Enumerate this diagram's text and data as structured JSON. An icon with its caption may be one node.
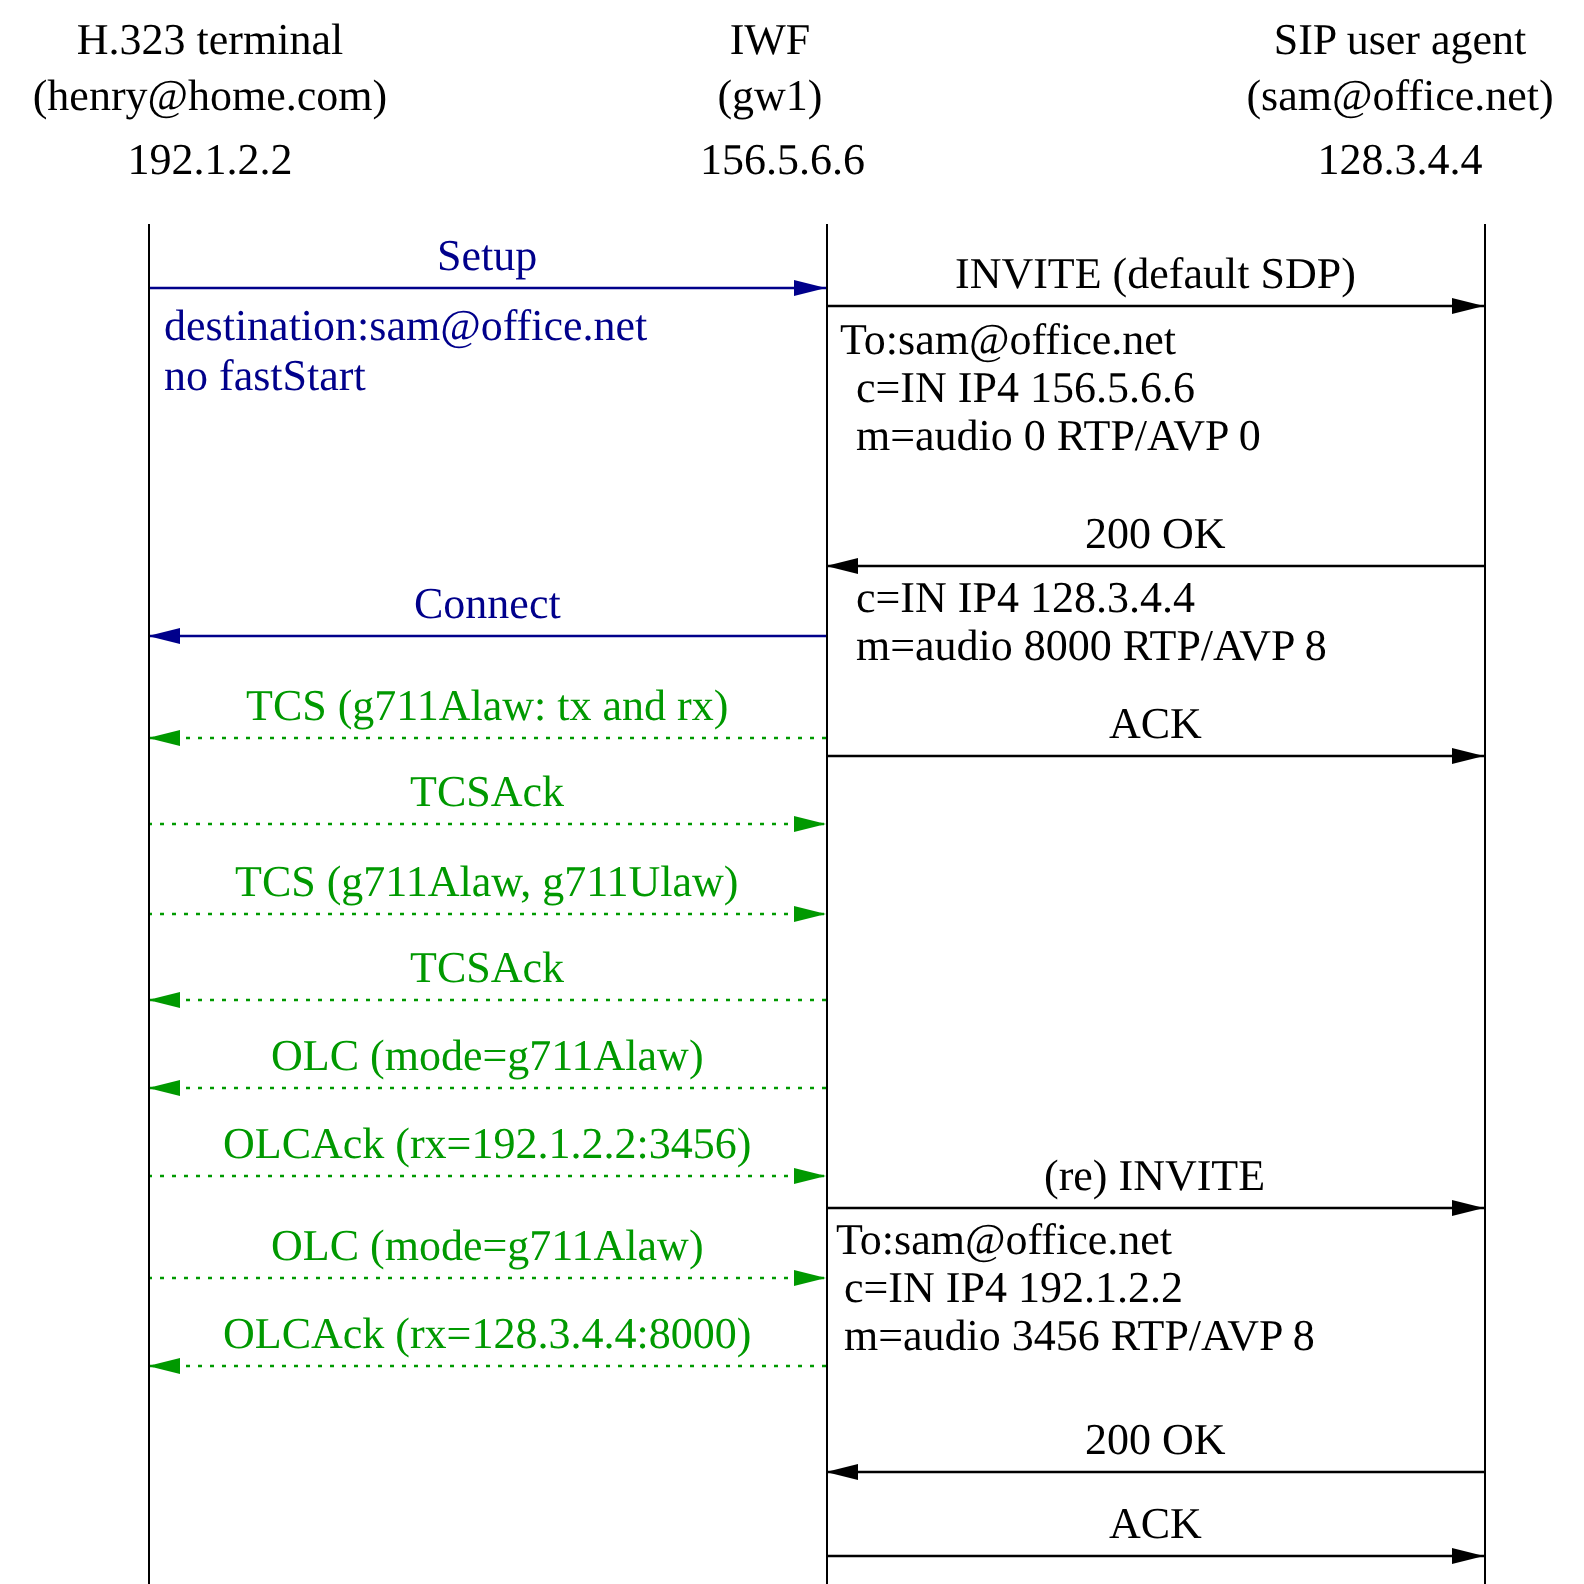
{
  "diagram": {
    "nodes": [
      {
        "text": [
          "H.323 terminal (henry@home.com)",
          "192.1.2.2"
        ]
      },
      {
        "text": [
          "IWF (gw1)",
          "156.5.6.6"
        ]
      },
      {
        "text": [
          "SIP user agent (sam@office.net)",
          "128.3.4.4"
        ]
      }
    ],
    "edges": [
      {
        "from": 0,
        "to": 1,
        "arrow": "to",
        "label": "Setup",
        "color": "#00008b"
      },
      {
        "from": 1,
        "to": 2,
        "arrow": "to",
        "label": "INVITE (default SDP)",
        "color": "#000000"
      },
      {
        "from": 2,
        "to": 1,
        "arrow": "to",
        "label": "200 OK",
        "color": "#000000"
      },
      {
        "from": 1,
        "to": 0,
        "arrow": "to",
        "label": "Connect",
        "color": "#00008b"
      },
      {
        "from": 1,
        "to": 0,
        "arrow": "to",
        "label": "TCS (g711Alaw: tx and rx)",
        "style": "dashed",
        "color": "#009900"
      },
      {
        "from": 1,
        "to": 2,
        "arrow": "to",
        "label": "ACK",
        "color": "#000000"
      },
      {
        "from": 0,
        "to": 1,
        "arrow": "to",
        "label": "TCSAck",
        "style": "dashed",
        "color": "#009900"
      },
      {
        "from": 0,
        "to": 1,
        "arrow": "to",
        "label": "TCS (g711Alaw, g711Ulaw)",
        "style": "dashed",
        "color": "#009900"
      },
      {
        "from": 1,
        "to": 0,
        "arrow": "to",
        "label": "TCSAck",
        "style": "dashed",
        "color": "#009900"
      },
      {
        "from": 1,
        "to": 0,
        "arrow": "to",
        "label": "OLC (mode=g711Alaw)",
        "style": "dashed",
        "color": "#009900"
      },
      {
        "from": 0,
        "to": 1,
        "arrow": "to",
        "label": "OLCAck (rx=192.1.2.2:3456)",
        "style": "dashed",
        "color": "#009900"
      },
      {
        "from": 1,
        "to": 2,
        "arrow": "to",
        "label": "(re) INVITE",
        "color": "#000000"
      },
      {
        "from": 0,
        "to": 1,
        "arrow": "to",
        "label": "OLC (mode=g711Alaw)",
        "style": "dashed",
        "color": "#009900"
      },
      {
        "from": 1,
        "to": 0,
        "arrow": "to",
        "label": "OLCAck (rx=128.3.4.4:8000)",
        "style": "dashed",
        "color": "#009900"
      },
      {
        "from": 2,
        "to": 1,
        "arrow": "to",
        "label": "200 OK",
        "color": "#000000"
      },
      {
        "from": 1,
        "to": 2,
        "arrow": "to",
        "label": "ACK",
        "color": "#000000"
      }
    ],
    "labels": [
      "destination:sam@office.net",
      "no fastStart",
      "To:sam@office.net",
      "c=IN IP4 156.5.6.6",
      "m=audio 0 RTP/AVP 0",
      "c=IN IP4 128.3.4.4",
      "m=audio 8000 RTP/AVP 8",
      "To:sam@office.net",
      "c=IN IP4 192.1.2.2",
      "m=audio 3456 RTP/AVP 8"
    ]
  }
}
